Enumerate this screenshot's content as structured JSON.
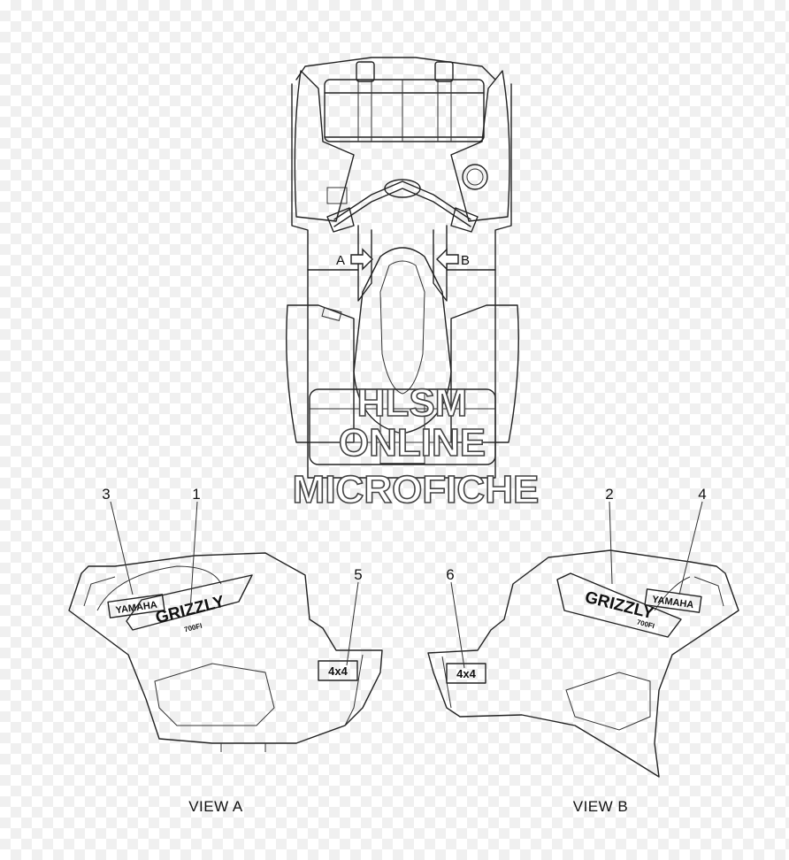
{
  "callouts": {
    "c1": "1",
    "c2": "2",
    "c3": "3",
    "c4": "4",
    "c5": "5",
    "c6": "6"
  },
  "views": {
    "a_arrow": "A",
    "b_arrow": "B",
    "a_caption": "VIEW A",
    "b_caption": "VIEW B"
  },
  "watermark": {
    "line1": "HLSM",
    "line2": "ONLINE",
    "line3": "MICROFICHE"
  },
  "decals": {
    "brand": "YAMAHA",
    "model": "GRIZZLY",
    "displacement": "700FI",
    "drive": "4x4"
  }
}
